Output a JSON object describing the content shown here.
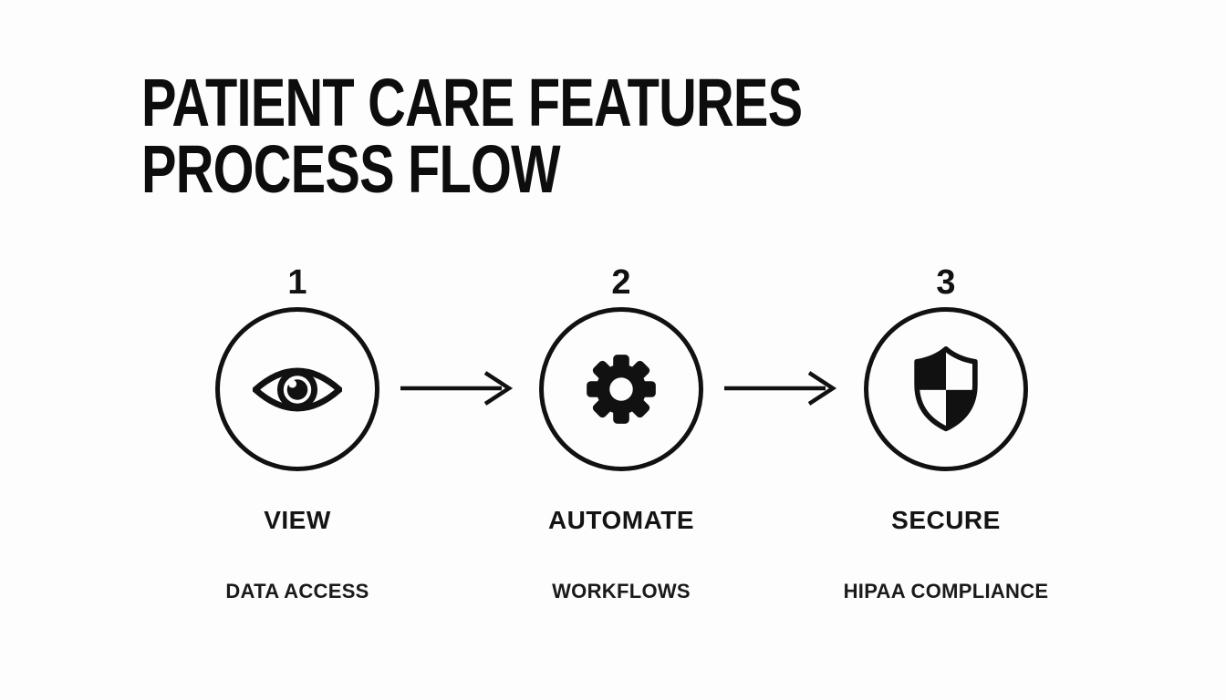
{
  "title": {
    "line1": "PATIENT CARE FEATURES",
    "line2": "PROCESS FLOW"
  },
  "steps": [
    {
      "number": "1",
      "icon": "eye-icon",
      "label": "VIEW",
      "sublabel": "DATA ACCESS"
    },
    {
      "number": "2",
      "icon": "gear-icon",
      "label": "AUTOMATE",
      "sublabel": "WORKFLOWS"
    },
    {
      "number": "3",
      "icon": "shield-icon",
      "label": "SECURE",
      "sublabel": "HIPAA COMPLIANCE"
    }
  ],
  "colors": {
    "background": "#fdfdfd",
    "foreground": "#111111"
  }
}
